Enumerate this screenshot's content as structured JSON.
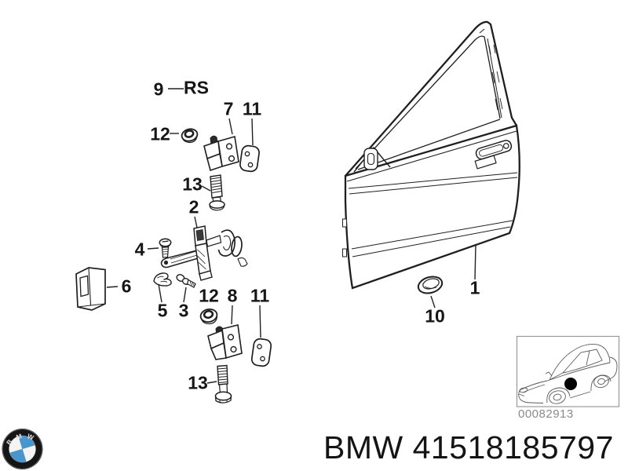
{
  "colors": {
    "line": "#222222",
    "thumb_line": "#5a5a5a",
    "code_gray": "#8a8a8a",
    "bmw_blue": "#4896cc",
    "logo_black": "#151515"
  },
  "logo": {
    "letters": [
      "B",
      "M",
      "W"
    ]
  },
  "footer": {
    "part_line": "BMW 41518185797"
  },
  "diagram": {
    "labels": [
      {
        "id": "9",
        "text": "9"
      },
      {
        "id": "rs",
        "text": "RS"
      },
      {
        "id": "12-upper",
        "text": "12"
      },
      {
        "id": "7",
        "text": "7"
      },
      {
        "id": "11-upper",
        "text": "11"
      },
      {
        "id": "13-upper",
        "text": "13"
      },
      {
        "id": "2",
        "text": "2"
      },
      {
        "id": "4",
        "text": "4"
      },
      {
        "id": "6",
        "text": "6"
      },
      {
        "id": "5",
        "text": "5"
      },
      {
        "id": "3",
        "text": "3"
      },
      {
        "id": "12-lower",
        "text": "12"
      },
      {
        "id": "8",
        "text": "8"
      },
      {
        "id": "11-lower",
        "text": "11"
      },
      {
        "id": "13-lower",
        "text": "13"
      },
      {
        "id": "10",
        "text": "10"
      },
      {
        "id": "1",
        "text": "1"
      }
    ],
    "thumbnail": {
      "code": "00082913"
    }
  }
}
